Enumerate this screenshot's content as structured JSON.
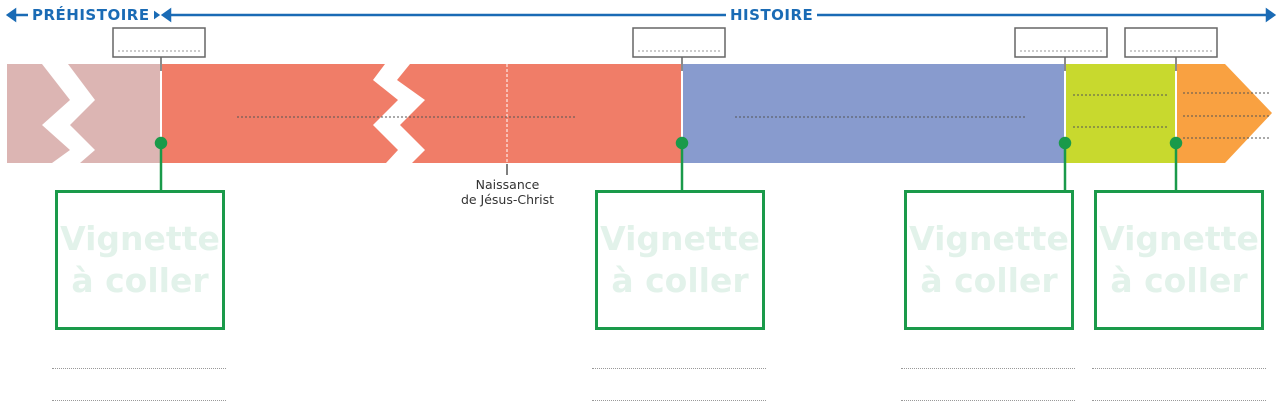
{
  "header": {
    "prehistoire": "PRÉHISTOIRE",
    "histoire": "HISTOIRE"
  },
  "periods": [
    {
      "name": "prehistoire",
      "color": "#dcb5b3"
    },
    {
      "name": "antiquite",
      "color": "#f07d68"
    },
    {
      "name": "moyen-age",
      "color": "#889bce"
    },
    {
      "name": "temps-modernes",
      "color": "#c8d92e"
    },
    {
      "name": "epoque-contemporaine",
      "color": "#f9a141"
    }
  ],
  "marker": {
    "line1": "Naissance",
    "line2": "de Jésus-Christ"
  },
  "vignettes": [
    {
      "line1": "Vignette",
      "line2": "à coller"
    },
    {
      "line1": "Vignette",
      "line2": "à coller"
    },
    {
      "line1": "Vignette",
      "line2": "à coller"
    },
    {
      "line1": "Vignette",
      "line2": "à coller"
    }
  ],
  "colors": {
    "accent_blue": "#1a6bb5",
    "pin_green": "#1a9a4a"
  }
}
